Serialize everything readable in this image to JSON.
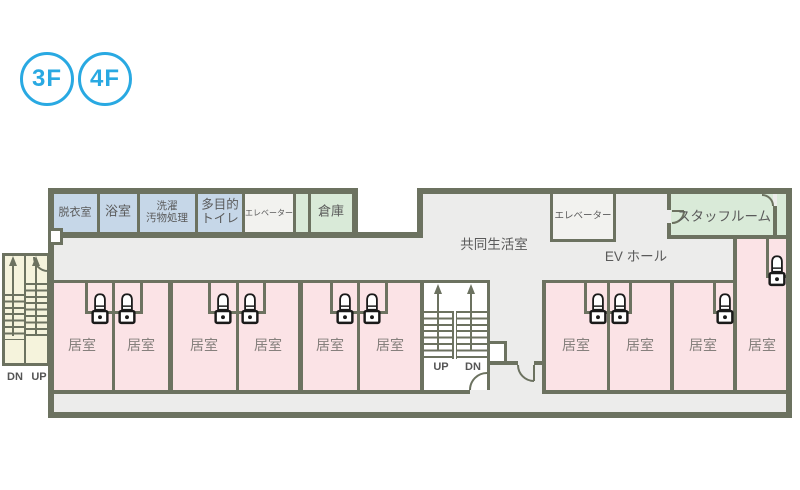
{
  "floor_badges": {
    "f3": "3F",
    "f4": "4F"
  },
  "rooms": {
    "dressing": "脱衣室",
    "bath": "浴室",
    "laundry": [
      "洗濯",
      "汚物処理"
    ],
    "multi_toilet": [
      "多目的",
      "トイレ"
    ],
    "elevator_left": "エレベーター",
    "storage": "倉庫",
    "elevator_right": "エレベーター",
    "staff": "スタッフルーム",
    "common_living": "共同生活室",
    "ev_hall": "EV ホール",
    "bedroom": "居室"
  },
  "stairs": {
    "left": {
      "down": "DN",
      "up": "UP"
    },
    "center": {
      "up": "UP",
      "down": "DN"
    }
  },
  "colors": {
    "wall": "#6c7260",
    "accent_blue": "#29a9e2",
    "room_pink": "#fbe3e6",
    "room_blue": "#c6d7e8",
    "room_green": "#d9ead8",
    "corridor_gray": "#ececeb",
    "stair_cream": "#f5f3dc",
    "elevator_white": "#f2f2ef"
  }
}
